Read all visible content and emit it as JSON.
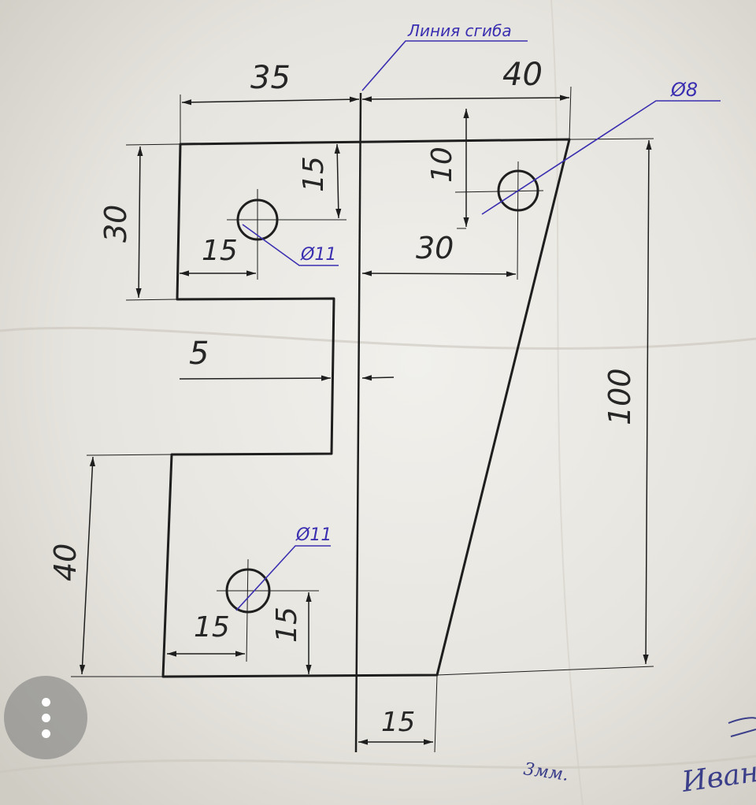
{
  "drawing": {
    "dimensions": {
      "top_left_width": "35",
      "top_right_width": "40",
      "left_height": "30",
      "hole_top_offset": "15",
      "hole_left_offset": "15",
      "right_hole_top_offset": "10",
      "right_hole_horizontal": "30",
      "slot_depth": "5",
      "total_height": "100",
      "bottom_left_height": "40",
      "bottom_hole_left_offset": "15",
      "bottom_hole_bottom_offset": "15",
      "bottom_right_width": "15"
    },
    "annotations": {
      "bend_line": "Линия сгиба",
      "hole_top_left": "Ø11",
      "hole_top_right": "Ø8",
      "hole_bottom": "Ø11"
    },
    "handwriting": {
      "bottom_left_note": "3мм.",
      "bottom_right_note": "Иван"
    },
    "colors": {
      "paper": "#e9e7e2",
      "line": "#1e1e1e",
      "ink_blue": "#3a2fb0"
    }
  },
  "menu": {
    "icon": "more-vertical-icon"
  }
}
